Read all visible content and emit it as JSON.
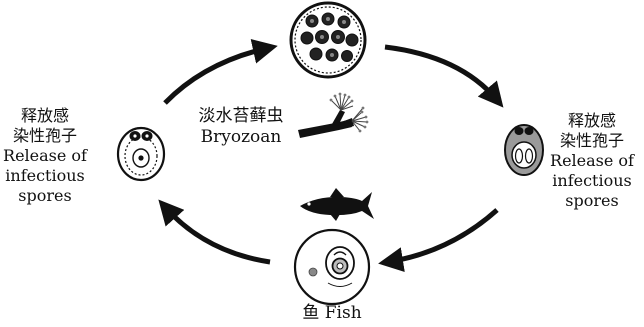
{
  "left_label": {
    "zh_line1": "释放感",
    "zh_line2": "染性孢子",
    "en_line1": "Release of",
    "en_line2": "infectious",
    "en_line3": "spores"
  },
  "right_label": {
    "zh_line1": "释放感",
    "zh_line2": "染性孢子",
    "en_line1": "Release of",
    "en_line2": "infectious",
    "en_line3": "spores"
  },
  "bryozoan_label": {
    "zh": "淡水苔藓虫",
    "en": "Bryozoan"
  },
  "fish_label": {
    "zh": "鱼",
    "en": "Fish"
  },
  "icons": {
    "top": "bryozoan-cyst-icon",
    "bryozoan": "bryozoan-colony-icon",
    "fish": "fish-silhouette-icon",
    "fish_spore": "fish-spore-stage-icon",
    "left_spore": "myxospore-icon",
    "right_spore": "malacospore-icon"
  },
  "colors": {
    "ink": "#111111",
    "fill_grey": "#9a9a9a"
  }
}
